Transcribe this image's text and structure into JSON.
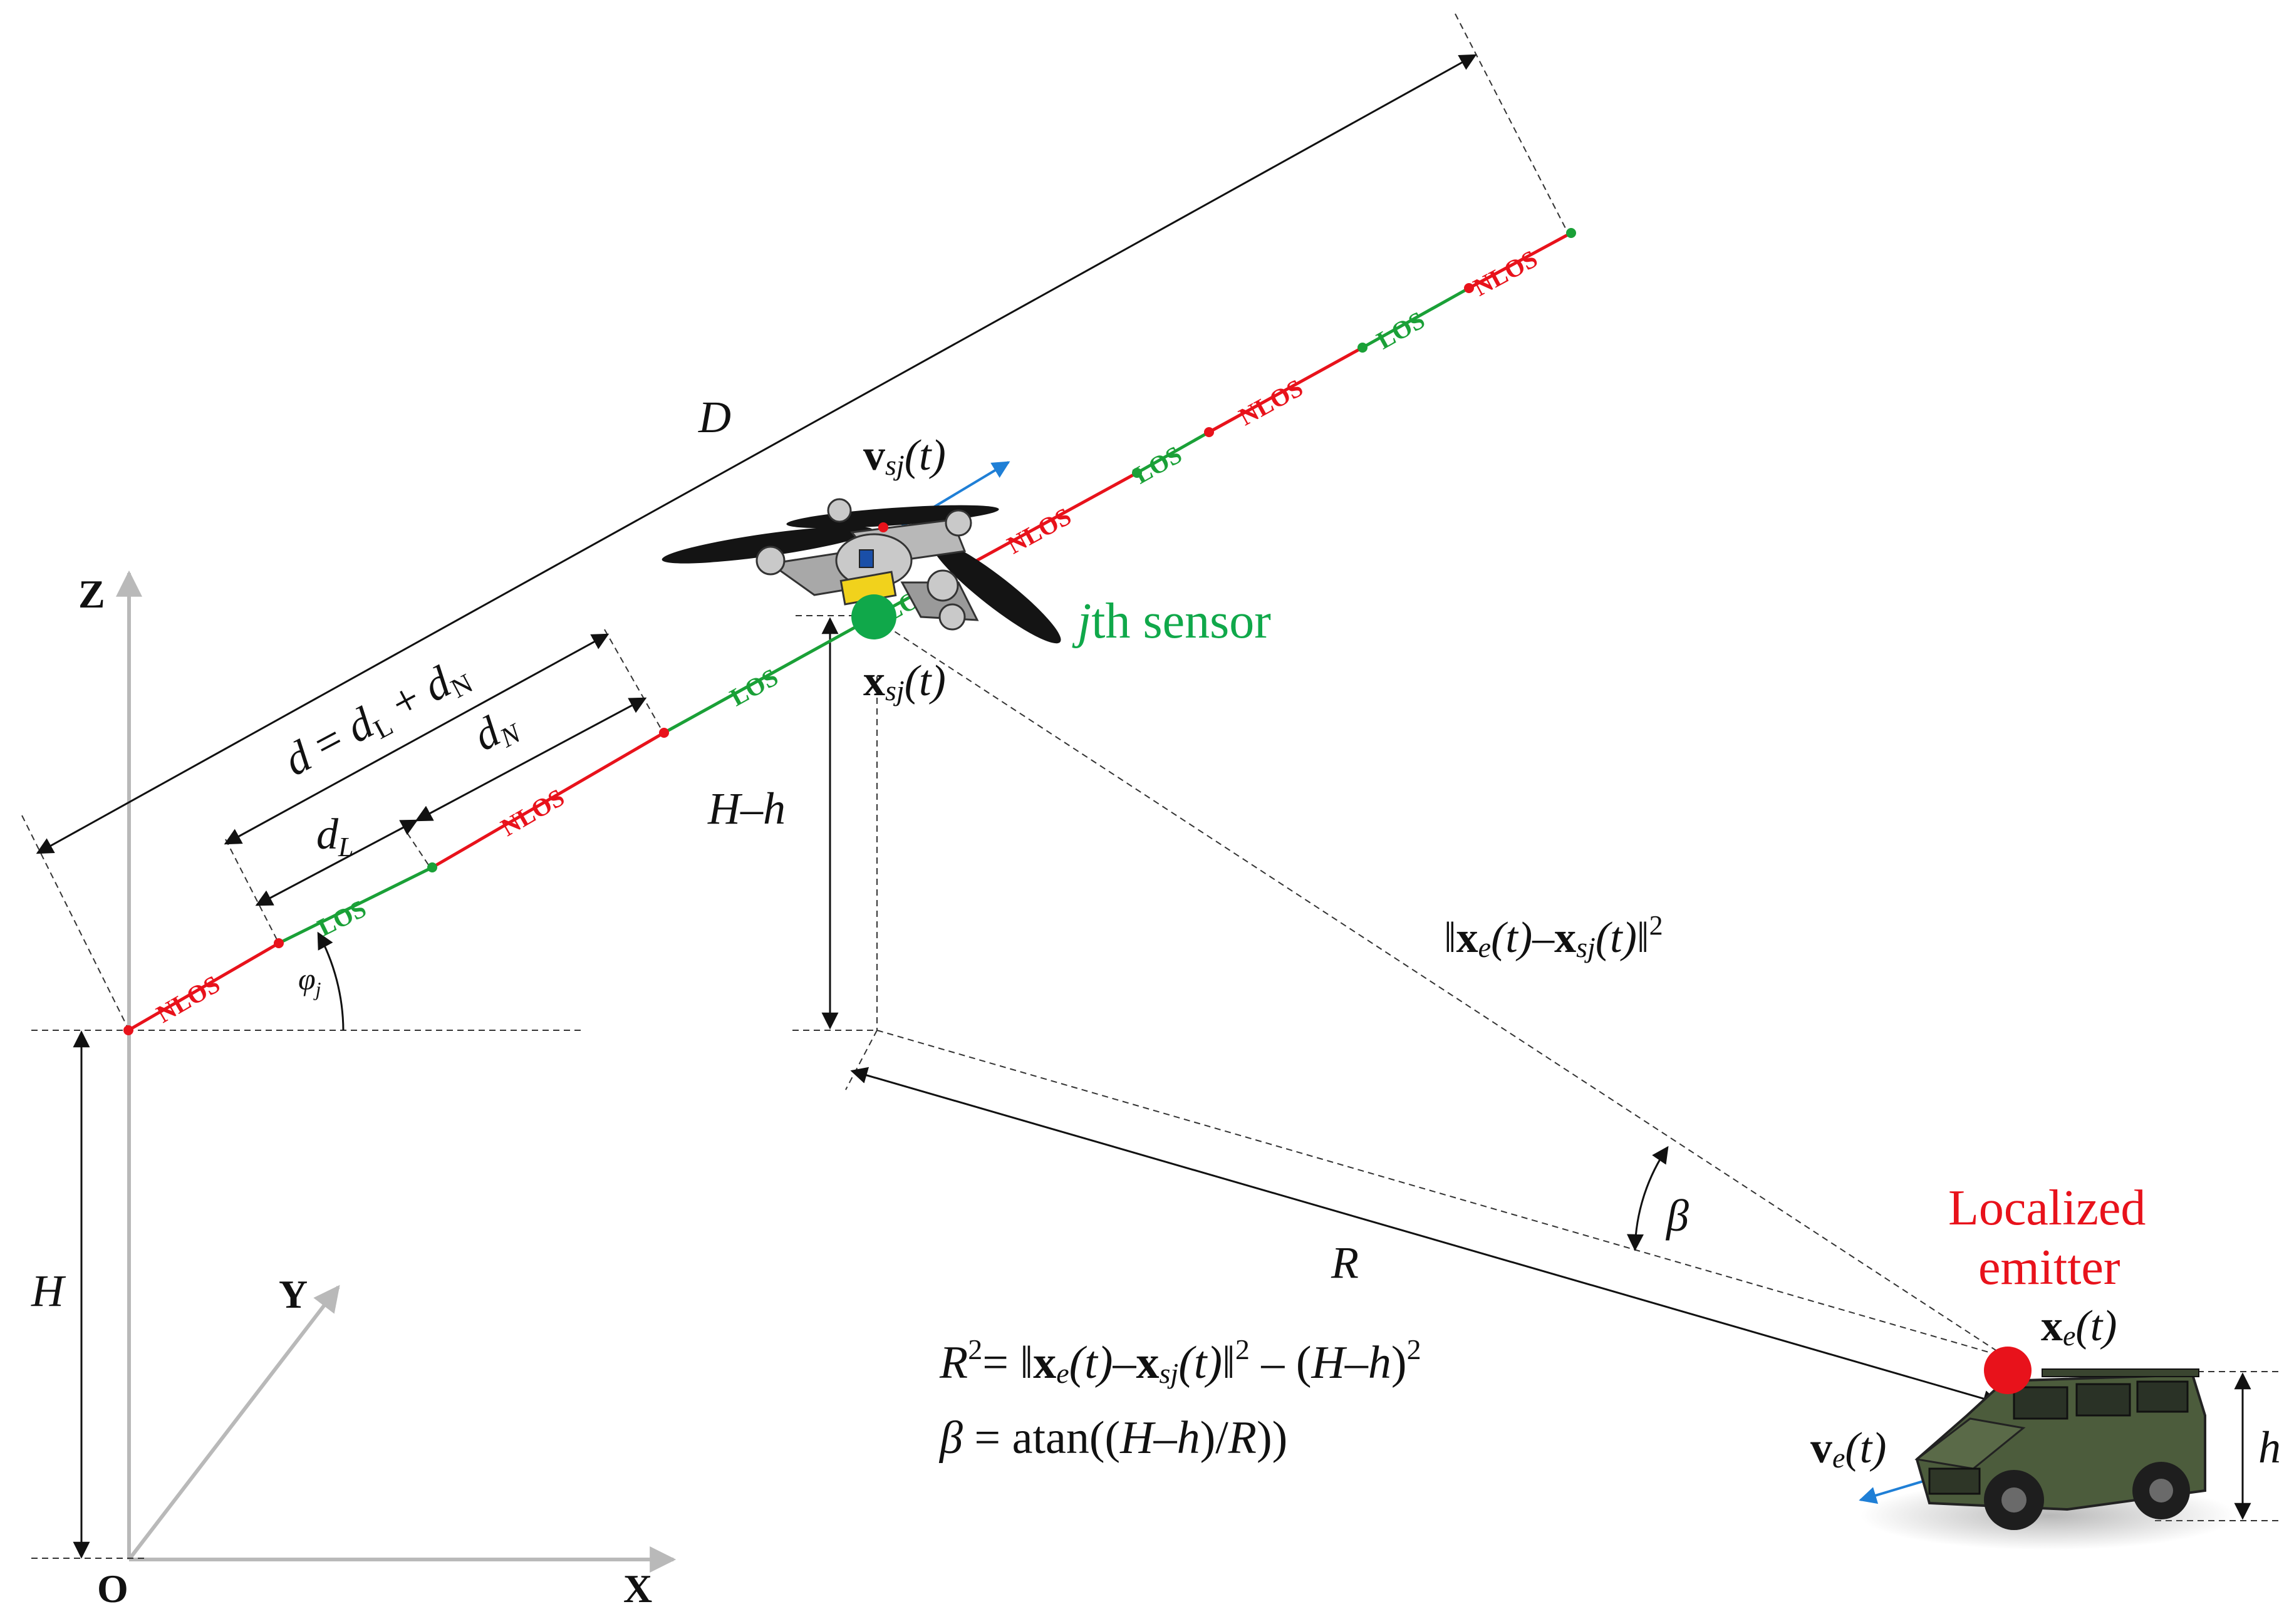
{
  "colors": {
    "nlos": "#e8121b",
    "los": "#1aa037",
    "sensor": "#10a84a",
    "emitter": "#e8121b",
    "velocity": "#1f7fd6",
    "axis": "#b9b9b9",
    "ink": "#111111"
  },
  "axes": {
    "x": "X",
    "y": "Y",
    "z": "Z",
    "origin": "O"
  },
  "heights": {
    "H": "H",
    "H_minus_h": "H–h",
    "h": "h"
  },
  "distances": {
    "D": "D",
    "d_main": "d",
    "d_eq": " = ",
    "d_L_base": "d",
    "d_L_sub": "L",
    "d_plus": " + ",
    "d_N_base": "d",
    "d_N_sub": "N",
    "dL_label_base": "d",
    "dL_label_sub": "L",
    "dN_label_base": "d",
    "dN_label_sub": "N",
    "R": "R"
  },
  "angles": {
    "phi_base": "φ",
    "phi_sub": "j",
    "beta": "β"
  },
  "segments": {
    "labels": [
      "NLOS",
      "LOS",
      "NLOS",
      "LOS",
      "NLOS",
      "LOS",
      "NLOS",
      "LOS",
      "NLOS",
      "LOS",
      "NLOS"
    ],
    "types": [
      "nlos",
      "los",
      "nlos",
      "los",
      "nlos",
      "los",
      "nlos",
      "los",
      "nlos",
      "los",
      "nlos"
    ]
  },
  "sensor": {
    "label_italic": "j",
    "label_rest": "th sensor",
    "pos_base": "x",
    "pos_sub": "sj",
    "pos_arg": "(t)",
    "vel_base": "v",
    "vel_sub": "sj",
    "vel_arg": "(t)"
  },
  "norm_label": {
    "bar": "‖",
    "xe": "x",
    "e_sub": "e",
    "t1": "(t)",
    "minus": "–",
    "xs": "x",
    "sj_sub": "sj",
    "t2": "(t)",
    "bar2": "‖",
    "sq": "2"
  },
  "emitter": {
    "title_line1": "Localized",
    "title_line2": "emitter",
    "pos_base": "x",
    "pos_sub": "e",
    "pos_arg": "(t)",
    "vel_base": "v",
    "vel_sub": "e",
    "vel_arg": "(t)"
  },
  "equations": {
    "eq1": {
      "R": "R",
      "sq1": "2",
      "eq": "= ‖",
      "xe": "x",
      "e_sub": "e",
      "t1": "(t)–",
      "xs": "x",
      "sj_sub": "sj",
      "t2": "(t)‖",
      "sq2": "2",
      "minus": " – (",
      "Hh": "H–h",
      "close": ")",
      "sq3": "2"
    },
    "eq2": {
      "beta": "β",
      "eq": " = atan((",
      "Hh": "H–h",
      "slash": ")/",
      "R": "R",
      "close": "))"
    }
  }
}
